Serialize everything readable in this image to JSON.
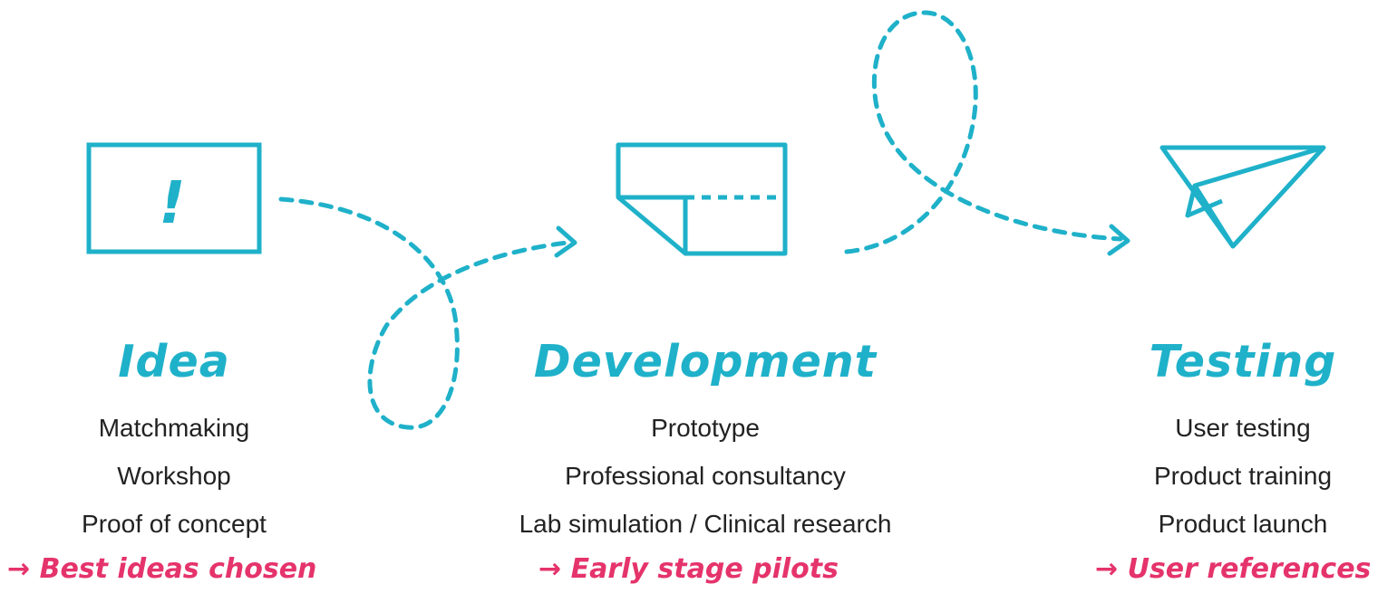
{
  "colors": {
    "accent": "#1fb1c9",
    "outcome": "#e5336b",
    "text": "#222222"
  },
  "stages": [
    {
      "title": "Idea",
      "icon": "lightbulb-card-icon",
      "items": [
        "Matchmaking",
        "Workshop",
        "Proof of concept"
      ],
      "outcome": "→ Best ideas chosen"
    },
    {
      "title": "Development",
      "icon": "folded-paper-icon",
      "items": [
        "Prototype",
        "Professional consultancy",
        "Lab simulation / Clinical research"
      ],
      "outcome": "→ Early stage pilots"
    },
    {
      "title": "Testing",
      "icon": "paper-plane-icon",
      "items": [
        "User testing",
        "Product training",
        "Product launch"
      ],
      "outcome": "→ User references"
    }
  ]
}
